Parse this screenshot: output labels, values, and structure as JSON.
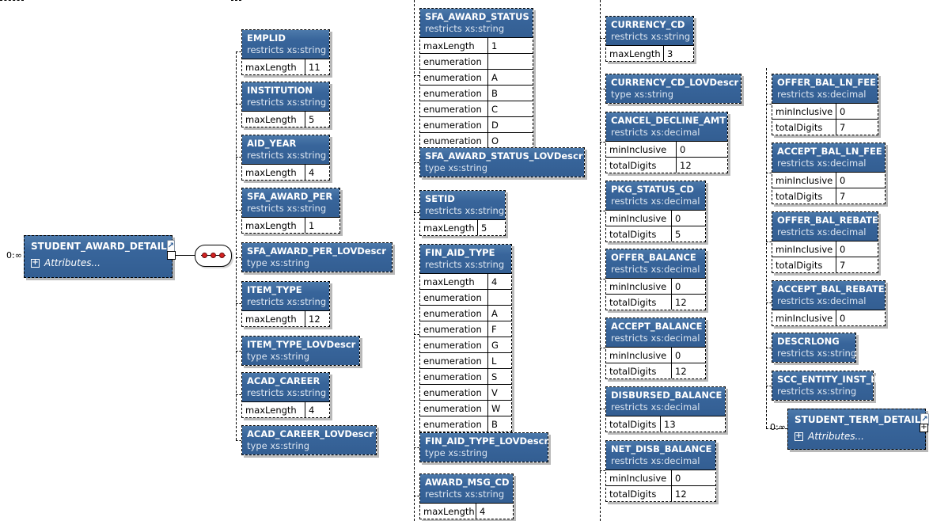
{
  "root": {
    "name": "STUDENT_AWARD_DETAIL",
    "occurrence": "0:∞",
    "attributes_label": "Attributes...",
    "link_icon": "external-link-icon",
    "compositor": "sequence"
  },
  "colors": {
    "header_blue": "#36639b",
    "header_text": "#ffffff",
    "facet_text": "#000000",
    "connector": "#000000",
    "sequence_dot_red": "#d42222",
    "shadow": "#b9b9b9"
  },
  "columns": [
    {
      "boxes": [
        {
          "name": "EMPLID",
          "type_line": "restricts xs:string",
          "facts": [
            {
              "facet": "maxLength",
              "value": "11"
            }
          ]
        },
        {
          "name": "INSTITUTION",
          "type_line": "restricts xs:string",
          "facts": [
            {
              "facet": "maxLength",
              "value": "5"
            }
          ]
        },
        {
          "name": "AID_YEAR",
          "type_line": "restricts xs:string",
          "facts": [
            {
              "facet": "maxLength",
              "value": "4"
            }
          ]
        },
        {
          "name": "SFA_AWARD_PER",
          "type_line": "restricts xs:string",
          "facts": [
            {
              "facet": "maxLength",
              "value": "1"
            }
          ]
        },
        {
          "name": "SFA_AWARD_PER_LOVDescr",
          "type_line": "type xs:string",
          "facts": []
        },
        {
          "name": "ITEM_TYPE",
          "type_line": "restricts xs:string",
          "facts": [
            {
              "facet": "maxLength",
              "value": "12"
            }
          ]
        },
        {
          "name": "ITEM_TYPE_LOVDescr",
          "type_line": "type xs:string",
          "facts": []
        },
        {
          "name": "ACAD_CAREER",
          "type_line": "restricts xs:string",
          "facts": [
            {
              "facet": "maxLength",
              "value": "4"
            }
          ]
        },
        {
          "name": "ACAD_CAREER_LOVDescr",
          "type_line": "type xs:string",
          "facts": []
        }
      ]
    },
    {
      "boxes": [
        {
          "name": "SFA_AWARD_STATUS",
          "type_line": "restricts xs:string",
          "facts": [
            {
              "facet": "maxLength",
              "value": "1"
            },
            {
              "facet": "enumeration",
              "value": ""
            },
            {
              "facet": "enumeration",
              "value": "A"
            },
            {
              "facet": "enumeration",
              "value": "B"
            },
            {
              "facet": "enumeration",
              "value": "C"
            },
            {
              "facet": "enumeration",
              "value": "D"
            },
            {
              "facet": "enumeration",
              "value": "O"
            }
          ]
        },
        {
          "name": "SFA_AWARD_STATUS_LOVDescr",
          "type_line": "type xs:string",
          "facts": []
        },
        {
          "name": "SETID",
          "type_line": "restricts xs:string",
          "facts": [
            {
              "facet": "maxLength",
              "value": "5"
            }
          ]
        },
        {
          "name": "FIN_AID_TYPE",
          "type_line": "restricts xs:string",
          "facts": [
            {
              "facet": "maxLength",
              "value": "4"
            },
            {
              "facet": "enumeration",
              "value": ""
            },
            {
              "facet": "enumeration",
              "value": "A"
            },
            {
              "facet": "enumeration",
              "value": "F"
            },
            {
              "facet": "enumeration",
              "value": "G"
            },
            {
              "facet": "enumeration",
              "value": "L"
            },
            {
              "facet": "enumeration",
              "value": "S"
            },
            {
              "facet": "enumeration",
              "value": "V"
            },
            {
              "facet": "enumeration",
              "value": "W"
            },
            {
              "facet": "enumeration",
              "value": "B"
            }
          ]
        },
        {
          "name": "FIN_AID_TYPE_LOVDescr",
          "type_line": "type xs:string",
          "facts": []
        },
        {
          "name": "AWARD_MSG_CD",
          "type_line": "restricts xs:string",
          "facts": [
            {
              "facet": "maxLength",
              "value": "4"
            }
          ]
        }
      ]
    },
    {
      "boxes": [
        {
          "name": "CURRENCY_CD",
          "type_line": "restricts xs:string",
          "facts": [
            {
              "facet": "maxLength",
              "value": "3"
            }
          ]
        },
        {
          "name": "CURRENCY_CD_LOVDescr",
          "type_line": "type xs:string",
          "facts": []
        },
        {
          "name": "CANCEL_DECLINE_AMT",
          "type_line": "restricts xs:decimal",
          "facts": [
            {
              "facet": "minInclusive",
              "value": "0"
            },
            {
              "facet": "totalDigits",
              "value": "12"
            }
          ]
        },
        {
          "name": "PKG_STATUS_CD",
          "type_line": "restricts xs:decimal",
          "facts": [
            {
              "facet": "minInclusive",
              "value": "0"
            },
            {
              "facet": "totalDigits",
              "value": "5"
            }
          ]
        },
        {
          "name": "OFFER_BALANCE",
          "type_line": "restricts xs:decimal",
          "facts": [
            {
              "facet": "minInclusive",
              "value": "0"
            },
            {
              "facet": "totalDigits",
              "value": "12"
            }
          ]
        },
        {
          "name": "ACCEPT_BALANCE",
          "type_line": "restricts xs:decimal",
          "facts": [
            {
              "facet": "minInclusive",
              "value": "0"
            },
            {
              "facet": "totalDigits",
              "value": "12"
            }
          ]
        },
        {
          "name": "DISBURSED_BALANCE",
          "type_line": "restricts xs:decimal",
          "facts": [
            {
              "facet": "totalDigits",
              "value": "13"
            }
          ]
        },
        {
          "name": "NET_DISB_BALANCE",
          "type_line": "restricts xs:decimal",
          "facts": [
            {
              "facet": "minInclusive",
              "value": "0"
            },
            {
              "facet": "totalDigits",
              "value": "12"
            }
          ]
        }
      ]
    },
    {
      "boxes": [
        {
          "name": "OFFER_BAL_LN_FEE",
          "type_line": "restricts xs:decimal",
          "facts": [
            {
              "facet": "minInclusive",
              "value": "0"
            },
            {
              "facet": "totalDigits",
              "value": "7"
            }
          ]
        },
        {
          "name": "ACCEPT_BAL_LN_FEE",
          "type_line": "restricts xs:decimal",
          "facts": [
            {
              "facet": "minInclusive",
              "value": "0"
            },
            {
              "facet": "totalDigits",
              "value": "7"
            }
          ]
        },
        {
          "name": "OFFER_BAL_REBATE",
          "type_line": "restricts xs:decimal",
          "facts": [
            {
              "facet": "minInclusive",
              "value": "0"
            },
            {
              "facet": "totalDigits",
              "value": "7"
            }
          ]
        },
        {
          "name": "ACCEPT_BAL_REBATE",
          "type_line": "restricts xs:decimal",
          "facts": [
            {
              "facet": "minInclusive",
              "value": "0"
            }
          ]
        },
        {
          "name": "DESCRLONG",
          "type_line": "restricts xs:string",
          "facts": []
        },
        {
          "name": "SCC_ENTITY_INST_ID",
          "type_line": "restricts xs:string",
          "facts": []
        },
        {
          "name": "STUDENT_TERM_DETAIL",
          "kind": "compound",
          "occurrence": "0:∞",
          "attributes_label": "Attributes...",
          "link_icon": "external-link-icon",
          "facts": []
        }
      ]
    }
  ]
}
